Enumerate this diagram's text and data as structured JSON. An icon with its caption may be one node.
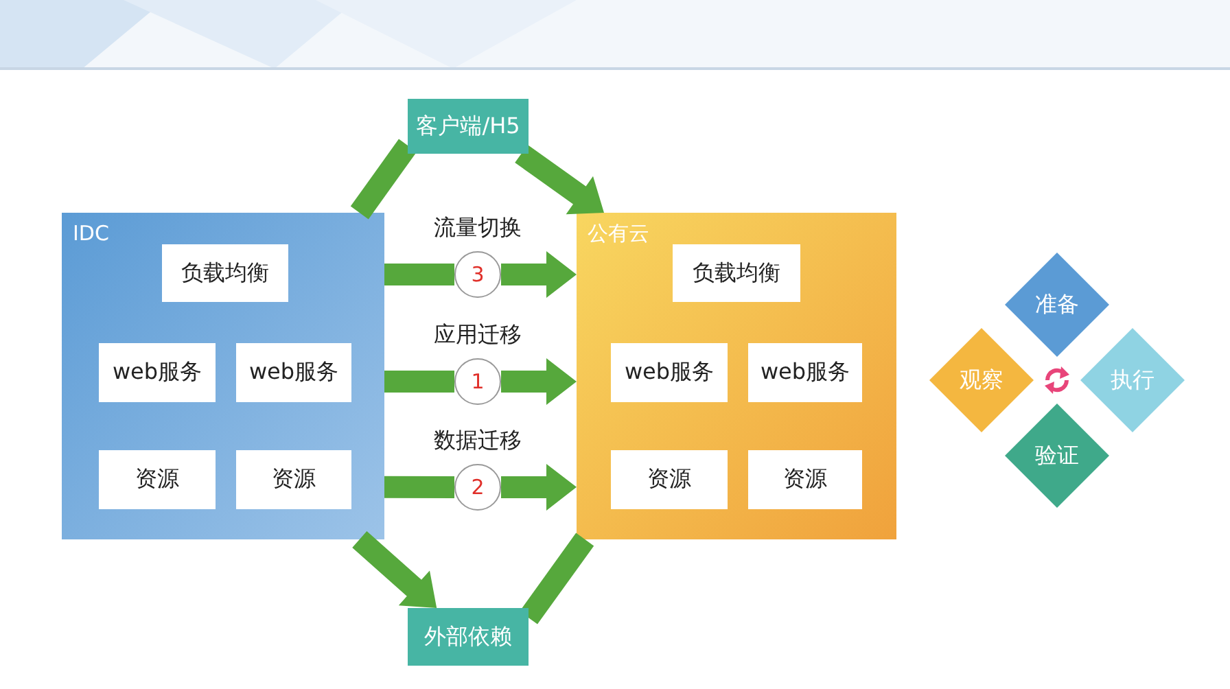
{
  "diagram": {
    "nodes": [
      {
        "text": [
          "IDC"
        ]
      },
      {
        "text": [
          "负载均衡"
        ],
        "in": 0
      },
      {
        "text": [
          "web服务"
        ],
        "in": 0
      },
      {
        "text": [
          "web服务"
        ],
        "in": 0
      },
      {
        "text": [
          "资源"
        ],
        "in": 0
      },
      {
        "text": [
          "资源"
        ],
        "in": 0
      },
      {
        "text": [
          "公有云"
        ]
      },
      {
        "text": [
          "负载均衡"
        ],
        "in": 6
      },
      {
        "text": [
          "web服务"
        ],
        "in": 6
      },
      {
        "text": [
          "web服务"
        ],
        "in": 6
      },
      {
        "text": [
          "资源"
        ],
        "in": 6
      },
      {
        "text": [
          "资源"
        ],
        "in": 6
      },
      {
        "text": [
          "客户端/H5"
        ]
      },
      {
        "text": [
          "外部依赖"
        ]
      },
      {
        "text": [
          "3"
        ]
      },
      {
        "text": [
          "1"
        ]
      },
      {
        "text": [
          "2"
        ]
      },
      {
        "text": [
          "准备"
        ]
      },
      {
        "text": [
          "观察"
        ]
      },
      {
        "text": [
          "执行"
        ]
      },
      {
        "text": [
          "验证"
        ]
      }
    ],
    "edges": [
      {
        "from": 12,
        "to": 6,
        "arrow": "to"
      },
      {
        "from": 0,
        "to": 12,
        "arrow": "none"
      },
      {
        "from": 0,
        "to": 13,
        "arrow": "to"
      },
      {
        "from": 6,
        "to": 13,
        "arrow": "none"
      },
      {
        "from": 0,
        "to": 14,
        "arrow": "none",
        "label": "流量切换"
      },
      {
        "from": 14,
        "to": 6,
        "arrow": "to"
      },
      {
        "from": 0,
        "to": 15,
        "arrow": "none",
        "label": "应用迁移"
      },
      {
        "from": 15,
        "to": 6,
        "arrow": "to"
      },
      {
        "from": 0,
        "to": 16,
        "arrow": "none",
        "label": "数据迁移"
      },
      {
        "from": 16,
        "to": 6,
        "arrow": "to"
      }
    ]
  }
}
